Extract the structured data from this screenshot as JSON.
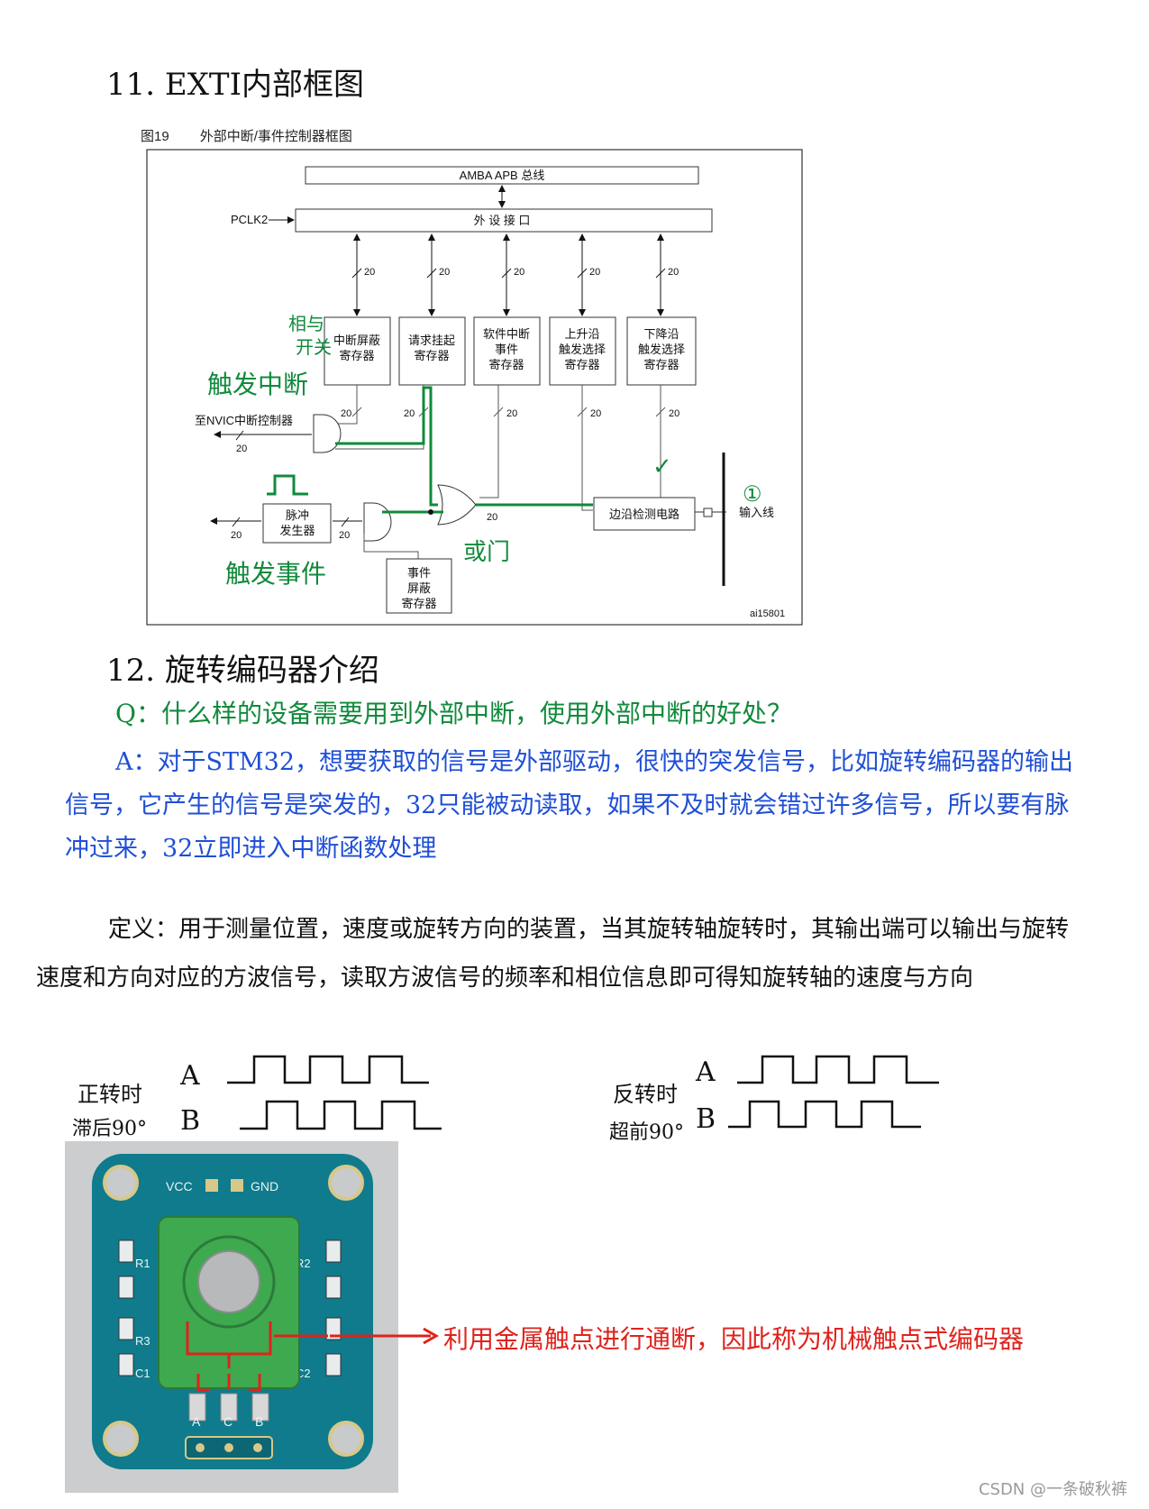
{
  "section11": {
    "title": "11. EXTI内部框图"
  },
  "figure": {
    "number": "图19",
    "caption": "外部中断/事件控制器框图",
    "bus": "AMBA APB 总线",
    "pclk": "PCLK2",
    "interface": "外 设 接 口",
    "reg_mask_l1": "中断屏蔽",
    "reg_mask_l2": "寄存器",
    "reg_pending_l1": "请求挂起",
    "reg_pending_l2": "寄存器",
    "reg_swi_l1": "软件中断",
    "reg_swi_l2": "事件",
    "reg_swi_l3": "寄存器",
    "reg_rise_l1": "上升沿",
    "reg_rise_l2": "触发选择",
    "reg_rise_l3": "寄存器",
    "reg_fall_l1": "下降沿",
    "reg_fall_l2": "触发选择",
    "reg_fall_l3": "寄存器",
    "nvic": "至NVIC中断控制器",
    "pulse_l1": "脉冲",
    "pulse_l2": "发生器",
    "event_mask_l1": "事件",
    "event_mask_l2": "屏蔽",
    "event_mask_l3": "寄存器",
    "edge_detect": "边沿检测电路",
    "input_line": "输入线",
    "bus_width": "20",
    "figure_id": "ai15801"
  },
  "handwritten_notes": {
    "mutual_l1": "相与",
    "mutual_l2": "开关",
    "trigger_interrupt": "触发中断",
    "trigger_event": "触发事件",
    "or_gate": "或门",
    "check": "✓",
    "circle_one": "①"
  },
  "section12": {
    "title": "12. 旋转编码器介绍"
  },
  "qa": {
    "question": "Q：什么样的设备需要用到外部中断，使用外部中断的好处？",
    "answer": "A：对于STM32，想要获取的信号是外部驱动，很快的突发信号，比如旋转编码器的输出信号，它产生的信号是突发的，32只能被动读取，如果不及时就会错过许多信号，所以要有脉冲过来，32立即进入中断函数处理"
  },
  "definition": "定义：用于测量位置，速度或旋转方向的装置，当其旋转轴旋转时，其输出端可以输出与旋转速度和方向对应的方波信号，读取方波信号的频率和相位信息即可得知旋转轴的速度与方向",
  "waveforms": {
    "forward_l1": "正转时",
    "forward_l2": "滞后90°",
    "reverse_l1": "反转时",
    "reverse_l2": "超前90°",
    "ch_a": "A",
    "ch_b": "B"
  },
  "photo": {
    "vcc": "VCC",
    "gnd": "GND",
    "r1": "R1",
    "r2": "R2",
    "r3": "R3",
    "c1": "C1",
    "c2": "C2",
    "pin_a": "A",
    "pin_c": "C",
    "pin_b": "B"
  },
  "photo_note": "利用金属触点进行通断，因此称为机械触点式编码器",
  "watermark": "CSDN @一条破秋裤",
  "colors": {
    "green": "#118a3c",
    "blue": "#1f4fd6",
    "red": "#e0221c",
    "pcb": "#0f7b8c",
    "knob": "#3ea94f"
  }
}
